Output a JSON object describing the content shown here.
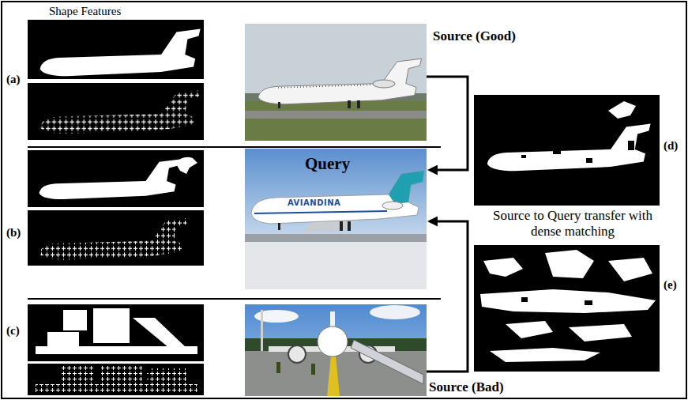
{
  "diagram": {
    "nodes": [
      {
        "text": [
          "Source (Good)"
        ]
      },
      {
        "text": [
          "Query"
        ]
      },
      {
        "text": [
          "Source (Bad)"
        ]
      }
    ],
    "edges": [
      {
        "from": 0,
        "to": 1,
        "arrow": "to"
      },
      {
        "from": 2,
        "to": 1,
        "arrow": "to"
      }
    ],
    "labels": [
      "Shape Features",
      "(a)",
      "(b)",
      "(c)",
      "(d)",
      "(e)",
      "Source to Query transfer with dense matching",
      "AVIANDINA"
    ]
  }
}
